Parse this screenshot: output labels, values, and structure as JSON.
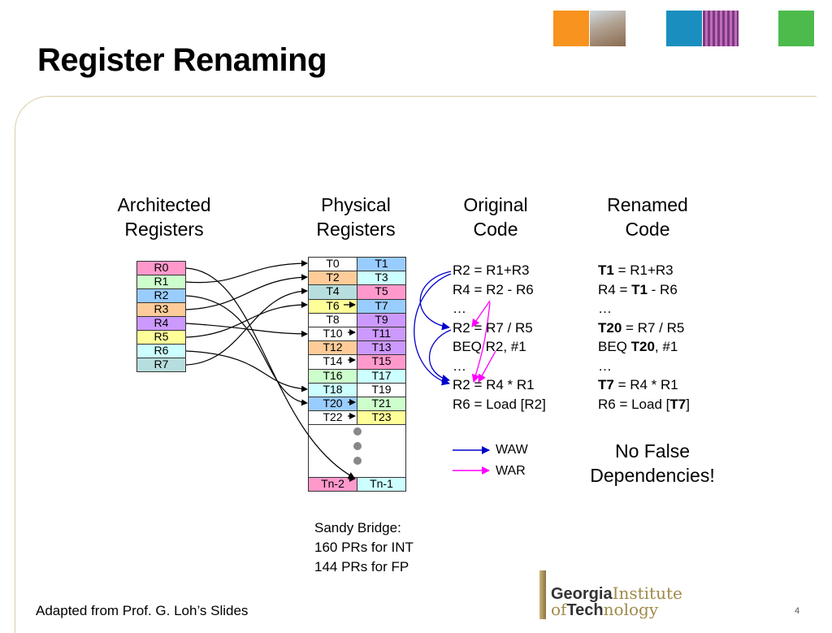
{
  "slide": {
    "title": "Register Renaming",
    "footer": "Adapted from Prof. G. Loh’s Slides",
    "page_number": "4"
  },
  "headers": {
    "arch_l1": "Architected",
    "arch_l2": "Registers",
    "phys_l1": "Physical",
    "phys_l2": "Registers",
    "orig_l1": "Original",
    "orig_l2": "Code",
    "ren_l1": "Renamed",
    "ren_l2": "Code"
  },
  "arch_registers": [
    {
      "label": "R0",
      "color": "#ff99cc"
    },
    {
      "label": "R1",
      "color": "#ccffcc"
    },
    {
      "label": "R2",
      "color": "#99ccff"
    },
    {
      "label": "R3",
      "color": "#ffcc99"
    },
    {
      "label": "R4",
      "color": "#cc99ff"
    },
    {
      "label": "R5",
      "color": "#ffff99"
    },
    {
      "label": "R6",
      "color": "#ccffff"
    },
    {
      "label": "R7",
      "color": "#b7dede"
    }
  ],
  "phys_registers": [
    {
      "left": "T0",
      "lc": "#ffffff",
      "right": "T1",
      "rc": "#99ccff"
    },
    {
      "left": "T2",
      "lc": "#ffcc99",
      "right": "T3",
      "rc": "#ccffff"
    },
    {
      "left": "T4",
      "lc": "#b7dede",
      "right": "T5",
      "rc": "#ff99cc"
    },
    {
      "left": "T6",
      "lc": "#ffff99",
      "right": "T7",
      "rc": "#99ccff"
    },
    {
      "left": "T8",
      "lc": "#ffffff",
      "right": "T9",
      "rc": "#cc99ff"
    },
    {
      "left": "T10",
      "lc": "#ffffff",
      "right": "T11",
      "rc": "#cc99ff"
    },
    {
      "left": "T12",
      "lc": "#ffcc99",
      "right": "T13",
      "rc": "#cc99ff"
    },
    {
      "left": "T14",
      "lc": "#ffffff",
      "right": "T15",
      "rc": "#ff99cc"
    },
    {
      "left": "T16",
      "lc": "#ccffcc",
      "right": "T17",
      "rc": "#ccffff"
    },
    {
      "left": "T18",
      "lc": "#ccffff",
      "right": "T19",
      "rc": "#ffffff"
    },
    {
      "left": "T20",
      "lc": "#99ccff",
      "right": "T21",
      "rc": "#ccffcc"
    },
    {
      "left": "T22",
      "lc": "#ffffff",
      "right": "T23",
      "rc": "#ffff99"
    }
  ],
  "phys_last": {
    "left": "Tn-2",
    "lc": "#ff99cc",
    "right": "Tn-1",
    "rc": "#ccffff"
  },
  "original_code": [
    "R2 = R1+R3",
    "R4 = R2 - R6",
    "…",
    "R2 = R7 / R5",
    "BEQ R2, #1",
    "…",
    "R2 = R4 * R1",
    "R6 = Load [R2]"
  ],
  "renamed_code": [
    [
      {
        "t": "T1",
        "b": true
      },
      {
        "t": " = R1+R3",
        "b": false
      }
    ],
    [
      {
        "t": "R4 = ",
        "b": false
      },
      {
        "t": "T1",
        "b": true
      },
      {
        "t": " - R6",
        "b": false
      }
    ],
    [
      {
        "t": "…",
        "b": false
      }
    ],
    [
      {
        "t": "T20",
        "b": true
      },
      {
        "t": " = R7 / R5",
        "b": false
      }
    ],
    [
      {
        "t": "BEQ ",
        "b": false
      },
      {
        "t": "T20",
        "b": true
      },
      {
        "t": ", #1",
        "b": false
      }
    ],
    [
      {
        "t": "…",
        "b": false
      }
    ],
    [
      {
        "t": "T7",
        "b": true
      },
      {
        "t": " = R4 * R1",
        "b": false
      }
    ],
    [
      {
        "t": "R6 = Load [",
        "b": false
      },
      {
        "t": "T7",
        "b": true
      },
      {
        "t": "]",
        "b": false
      }
    ]
  ],
  "legend": {
    "waw": "WAW",
    "war": "WAR",
    "waw_color": "#0000cc",
    "war_color": "#ff00ff"
  },
  "no_false": {
    "l1": "No False",
    "l2": "Dependencies!"
  },
  "sandy": {
    "l1": "Sandy Bridge:",
    "l2": "160 PRs for INT",
    "l3": "144 PRs for FP"
  },
  "logo": {
    "line1_bold": "Georgia",
    "line1_light": "Institute",
    "line2_light": "of",
    "line2_bold": "Tech",
    "line2_light2": "nology"
  },
  "deco_colors": [
    "#f7931e",
    "#a8a8a8",
    "#1a8fbf",
    "#8a4a8a",
    "#4cbb4c"
  ]
}
